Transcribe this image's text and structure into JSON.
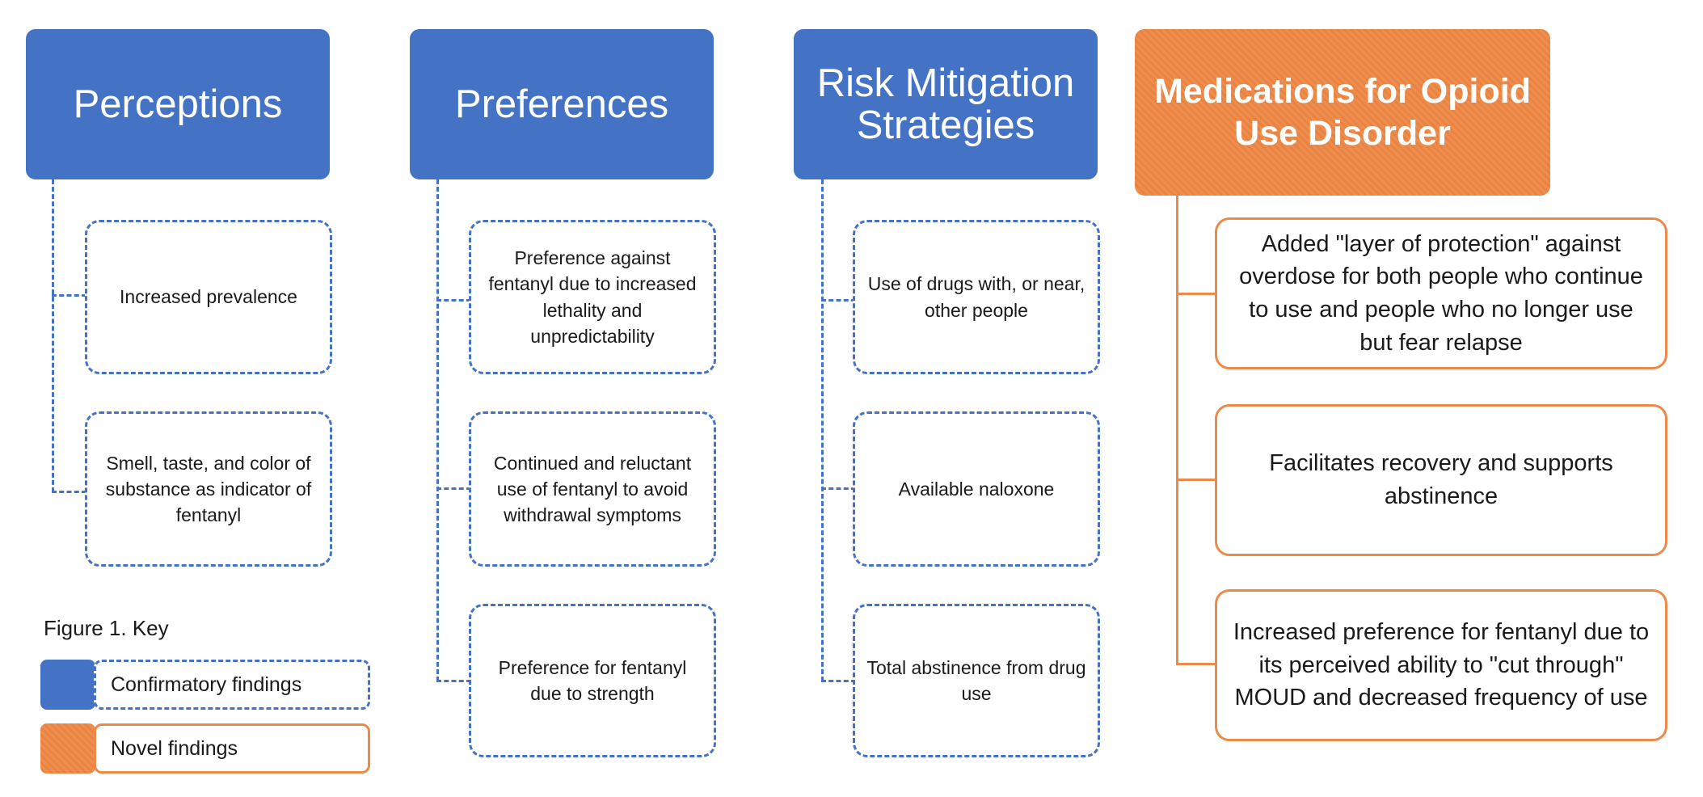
{
  "columns": [
    {
      "header": "Perceptions",
      "items": [
        "Increased prevalence",
        "Smell, taste, and color of substance as indicator of fentanyl"
      ]
    },
    {
      "header": "Preferences",
      "items": [
        "Preference against fentanyl due to increased lethality and unpredictability",
        "Continued and reluctant use of fentanyl to avoid withdrawal symptoms",
        "Preference for fentanyl due to strength"
      ]
    },
    {
      "header": "Risk Mitigation Strategies",
      "items": [
        "Use of drugs with, or near, other people",
        "Available naloxone",
        "Total abstinence from drug use"
      ]
    },
    {
      "header": "Medications for Opioid Use Disorder",
      "items": [
        "Added \"layer of protection\" against overdose for both people who continue to use and people who no longer use but fear relapse",
        "Facilitates recovery and supports abstinence",
        "Increased preference for fentanyl due to its perceived ability to \"cut through\" MOUD and decreased frequency of use"
      ]
    }
  ],
  "key": {
    "title": "Figure 1. Key",
    "confirmatory": "Confirmatory findings",
    "novel": "Novel findings"
  },
  "colors": {
    "confirmatory": "#4472c4",
    "novel": "#ec8a4c"
  }
}
